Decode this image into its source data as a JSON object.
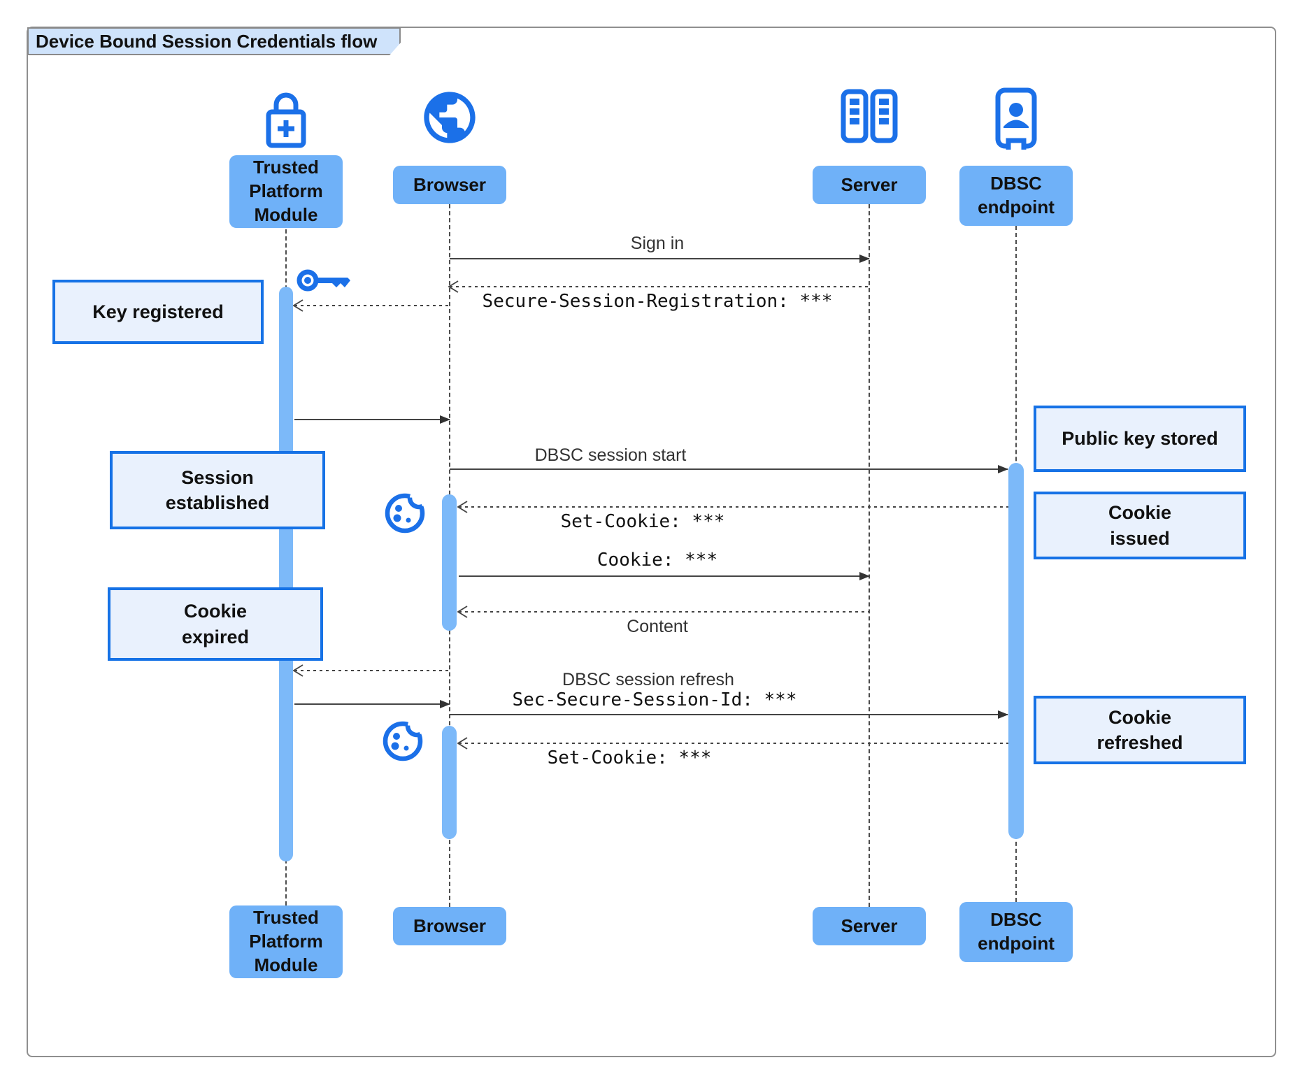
{
  "title": "Device Bound Session Credentials flow",
  "participants": {
    "tpm": {
      "label": "Trusted Platform Module",
      "icon": "lock-plus-icon"
    },
    "browser": {
      "label": "Browser",
      "icon": "globe-icon"
    },
    "server": {
      "label": "Server",
      "icon": "server-icon"
    },
    "dbsc": {
      "label": "DBSC endpoint",
      "icon": "door-person-icon"
    }
  },
  "notes": {
    "key_registered": "Key registered",
    "session_established": "Session established",
    "cookie_expired": "Cookie expired",
    "public_key_stored": "Public key stored",
    "cookie_issued": "Cookie issued",
    "cookie_refreshed": "Cookie refreshed"
  },
  "messages": {
    "sign_in": "Sign in",
    "secure_session_registration": "Secure-Session-Registration: ***",
    "dbsc_session_start": "DBSC session start",
    "set_cookie_1": "Set-Cookie: ***",
    "cookie": "Cookie: ***",
    "content": "Content",
    "dbsc_session_refresh": "DBSC session refresh",
    "sec_secure_session_id": "Sec-Secure-Session-Id: ***",
    "set_cookie_2": "Set-Cookie: ***"
  },
  "colors": {
    "icon_blue": "#1b70e8",
    "participant_fill": "#6fb1f8",
    "activation_fill": "#7cb9f9",
    "note_fill": "#e9f1fd",
    "note_border": "#1672e6",
    "title_fill": "#cfe3fb"
  }
}
